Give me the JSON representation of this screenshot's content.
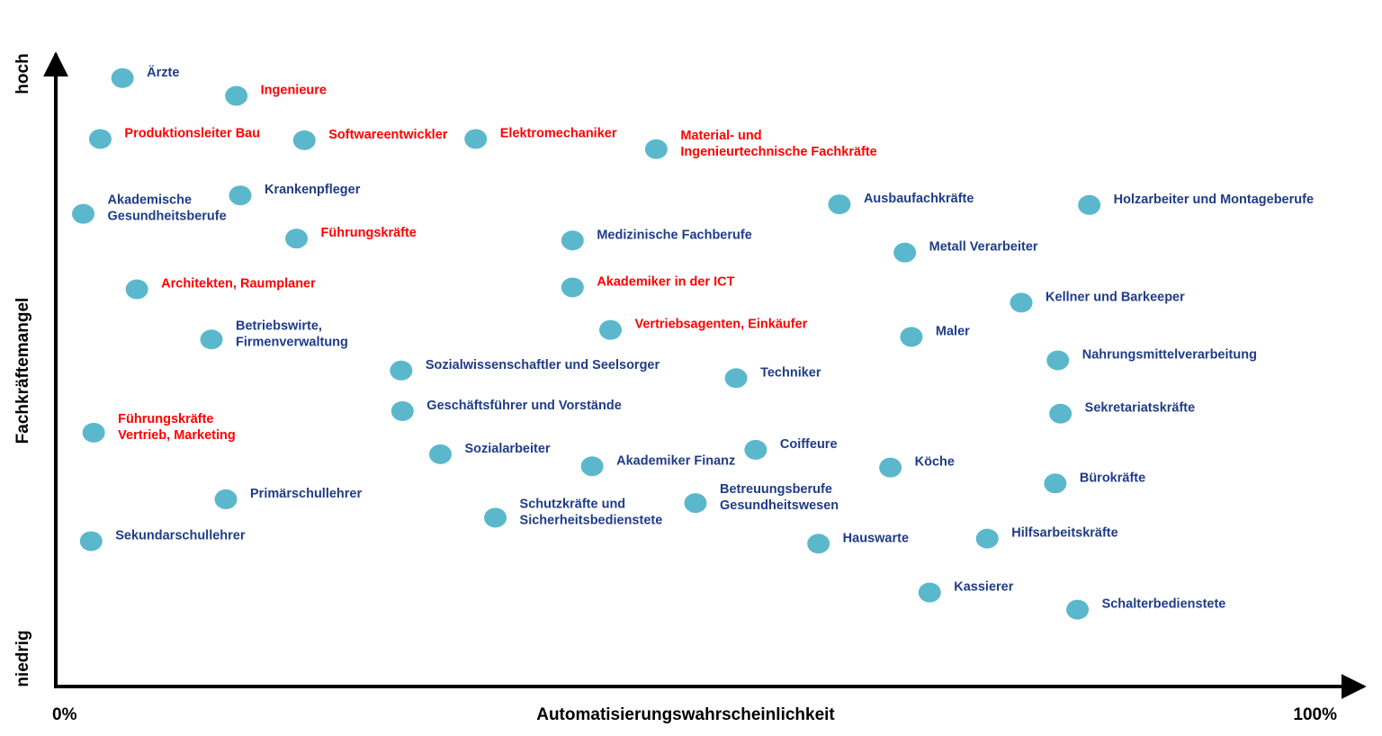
{
  "colors": {
    "point": "#5bb8cc",
    "label_normal": "#1f3c88",
    "label_highlight": "#ff0000",
    "axis": "#000000"
  },
  "chart_data": {
    "type": "scatter",
    "title": "",
    "xlabel": "Automatisierungswahrscheinlichkeit",
    "ylabel": "Fachkräftemangel",
    "x_tick_labels": {
      "min": "0%",
      "max": "100%"
    },
    "y_tick_labels": {
      "min": "niedrig",
      "max": "hoch"
    },
    "xlim": [
      0,
      100
    ],
    "ylim": [
      0,
      100
    ],
    "grid": false,
    "legend": "none",
    "points": [
      {
        "label": [
          "Ärzte"
        ],
        "x": 5.1,
        "y": 96.2,
        "highlight": false
      },
      {
        "label": [
          "Ingenieure"
        ],
        "x": 13.8,
        "y": 93.4,
        "highlight": true
      },
      {
        "label": [
          "Produktionsleiter Bau"
        ],
        "x": 3.4,
        "y": 86.6,
        "highlight": true
      },
      {
        "label": [
          "Softwareentwickler"
        ],
        "x": 19.0,
        "y": 86.4,
        "highlight": true
      },
      {
        "label": [
          "Elektromechaniker"
        ],
        "x": 32.1,
        "y": 86.6,
        "highlight": true
      },
      {
        "label": [
          "Material- und",
          "Ingenieurtechnische Fachkräfte"
        ],
        "x": 45.9,
        "y": 85.0,
        "highlight": true
      },
      {
        "label": [
          "Krankenpfleger"
        ],
        "x": 14.1,
        "y": 77.7,
        "highlight": false
      },
      {
        "label": [
          "Akademische",
          "Gesundheitsberufe"
        ],
        "x": 2.1,
        "y": 74.8,
        "highlight": false
      },
      {
        "label": [
          "Führungskräfte"
        ],
        "x": 18.4,
        "y": 70.9,
        "highlight": true
      },
      {
        "label": [
          "Medizinische Fachberufe"
        ],
        "x": 39.5,
        "y": 70.6,
        "highlight": false
      },
      {
        "label": [
          "Ausbaufachkräfte"
        ],
        "x": 59.9,
        "y": 76.3,
        "highlight": false
      },
      {
        "label": [
          "Holzarbeiter und Montageberufe"
        ],
        "x": 79.0,
        "y": 76.2,
        "highlight": false
      },
      {
        "label": [
          "Metall Verarbeiter"
        ],
        "x": 64.9,
        "y": 68.7,
        "highlight": false
      },
      {
        "label": [
          "Architekten, Raumplaner"
        ],
        "x": 6.2,
        "y": 62.9,
        "highlight": true
      },
      {
        "label": [
          "Akademiker in der ICT"
        ],
        "x": 39.5,
        "y": 63.2,
        "highlight": true
      },
      {
        "label": [
          "Kellner und Barkeeper"
        ],
        "x": 73.8,
        "y": 60.8,
        "highlight": false
      },
      {
        "label": [
          "Betriebswirte,",
          "Firmenverwaltung"
        ],
        "x": 11.9,
        "y": 55.0,
        "highlight": false
      },
      {
        "label": [
          "Vertriebsagenten, Einkäufer"
        ],
        "x": 42.4,
        "y": 56.5,
        "highlight": true
      },
      {
        "label": [
          "Maler"
        ],
        "x": 65.4,
        "y": 55.4,
        "highlight": false
      },
      {
        "label": [
          "Nahrungsmittelverarbeitung"
        ],
        "x": 76.6,
        "y": 51.7,
        "highlight": false
      },
      {
        "label": [
          "Sozialwissenschaftler und Seelsorger"
        ],
        "x": 26.4,
        "y": 50.1,
        "highlight": false
      },
      {
        "label": [
          "Techniker"
        ],
        "x": 52.0,
        "y": 48.9,
        "highlight": false
      },
      {
        "label": [
          "Geschäftsführer und Vorstände"
        ],
        "x": 26.5,
        "y": 43.7,
        "highlight": false
      },
      {
        "label": [
          "Sekretariatskräfte"
        ],
        "x": 76.8,
        "y": 43.3,
        "highlight": false
      },
      {
        "label": [
          "Führungskräfte",
          "Vertrieb, Marketing"
        ],
        "x": 2.9,
        "y": 40.3,
        "highlight": true
      },
      {
        "label": [
          "Sozialarbeiter"
        ],
        "x": 29.4,
        "y": 36.9,
        "highlight": false
      },
      {
        "label": [
          "Akademiker Finanz"
        ],
        "x": 41.0,
        "y": 35.0,
        "highlight": false
      },
      {
        "label": [
          "Coiffeure"
        ],
        "x": 53.5,
        "y": 37.6,
        "highlight": false
      },
      {
        "label": [
          "Köche"
        ],
        "x": 63.8,
        "y": 34.8,
        "highlight": false
      },
      {
        "label": [
          "Bürokräfte"
        ],
        "x": 76.4,
        "y": 32.3,
        "highlight": false
      },
      {
        "label": [
          "Primärschullehrer"
        ],
        "x": 13.0,
        "y": 29.8,
        "highlight": false
      },
      {
        "label": [
          "Betreuungsberufe",
          "Gesundheitswesen"
        ],
        "x": 48.9,
        "y": 29.2,
        "highlight": false
      },
      {
        "label": [
          "Schutzkräfte und",
          "Sicherheitsbedienstete"
        ],
        "x": 33.6,
        "y": 26.9,
        "highlight": false
      },
      {
        "label": [
          "Sekundarschullehrer"
        ],
        "x": 2.7,
        "y": 23.2,
        "highlight": false
      },
      {
        "label": [
          "Hauswarte"
        ],
        "x": 58.3,
        "y": 22.8,
        "highlight": false
      },
      {
        "label": [
          "Hilfsarbeitskräfte"
        ],
        "x": 71.2,
        "y": 23.6,
        "highlight": false
      },
      {
        "label": [
          "Kassierer"
        ],
        "x": 66.8,
        "y": 15.1,
        "highlight": false
      },
      {
        "label": [
          "Schalterbedienstete"
        ],
        "x": 78.1,
        "y": 12.4,
        "highlight": false
      }
    ]
  }
}
